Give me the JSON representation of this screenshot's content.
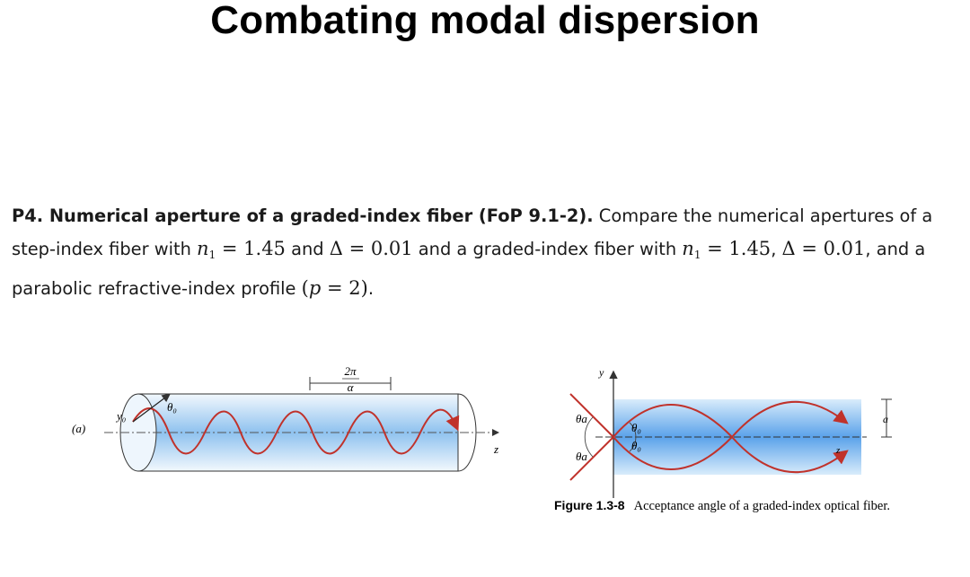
{
  "slide": {
    "title": "Combating modal dispersion"
  },
  "problem": {
    "heading": "P4. Numerical aperture of a graded-index fiber (FoP 9.1-2).",
    "text_1": " Compare the numerical apertures of a step-index fiber with ",
    "text_2": " and ",
    "text_3": " and a graded-index fiber with ",
    "text_4": ", ",
    "text_5": ", and a parabolic refractive-index profile ",
    "text_6": ".",
    "math": {
      "n1_symbol": "n",
      "n1_sub": "1",
      "n1_value": " = 1.45",
      "delta": "Δ = 0.01",
      "p": "p",
      "p_value": " = 2",
      "p_open": "(",
      "p_close": ")"
    }
  },
  "figure_left": {
    "panel_label": "(a)",
    "period_numerator": "2π",
    "period_denominator": "α",
    "y0_label": "y₀",
    "theta0_label": "θ₀",
    "z_label": "z"
  },
  "figure_right": {
    "y_label": "y",
    "theta_a_top": "θa",
    "theta_a_bottom": "θa",
    "theta0_top": "θ₀",
    "theta0_bottom": "θ₀",
    "a_label": "a",
    "z_label": "z"
  },
  "caption": {
    "figure_number": "Figure 1.3-8",
    "text": "Acceptance angle of a graded-index optical fiber."
  },
  "colors": {
    "ray": "#c0322b",
    "core_blue": "#5aa2ea",
    "cladding_light": "#d9ecfb"
  }
}
